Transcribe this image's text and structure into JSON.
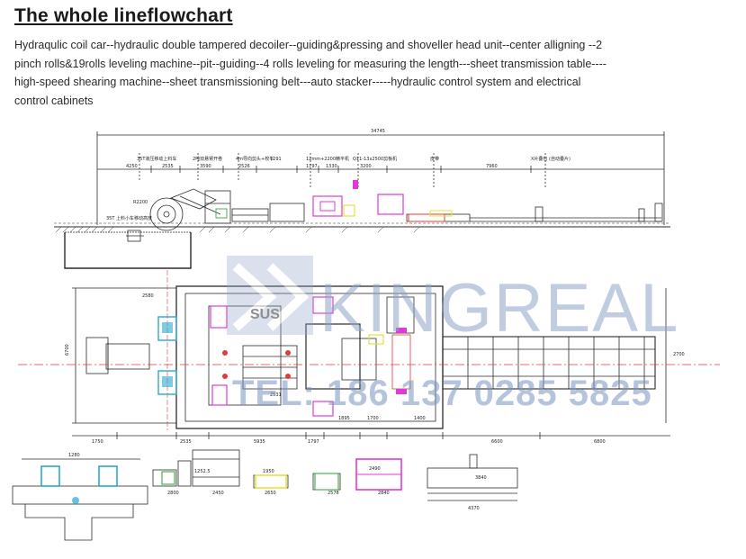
{
  "heading": "The whole lineflowchart",
  "description_lines": [
    "Hydraqulic coil car--hydraulic double tampered decoiler--guiding&pressing and shoveller head unit--center alligning --2",
    "pinch rolls&19rolls leveling machine--pit--guiding--4 rolls leveling for measuring the length---sheet transmission table----",
    "high-speed shearing machine--sheet transmissioning belt---auto stacker-----hydraulic control  system and electrical",
    " control cabinets"
  ],
  "watermark": {
    "brand": "KINGREAL",
    "phone": "TEL: 186 137 0285 5825",
    "stamp": "SUS"
  },
  "drawing": {
    "overall_length": "34745",
    "elevation_labels": [
      "35T液压移动上料车",
      "2吨双悬臂开卷",
      "4m导向剪头+校平",
      "1291",
      "12mm+2200精平机",
      "Q11-13x2500剪板机",
      "皮带",
      "X片叠包 (自动叠片)"
    ],
    "elevation_dims": [
      "4250",
      "2535",
      "3590",
      "2526",
      "1797",
      "1330",
      "3200",
      "7960"
    ],
    "elevation_side_labels": [
      "R2200",
      "35T 上料小车移动高度"
    ],
    "plan_dims_top": [
      "2580"
    ],
    "plan_dims_bottom": [
      "1750",
      "2535",
      "5935",
      "1797",
      "1895",
      "1700",
      "1400",
      "6600",
      "6800"
    ],
    "plan_dims_mid": [
      "2531"
    ],
    "plan_side_dims": [
      "6700",
      "2700"
    ],
    "detail_dims": [
      "1280",
      "2800",
      "2450",
      "1950",
      "2650",
      "2578",
      "2840",
      "2490",
      "3840",
      "4370",
      "1252.5"
    ]
  },
  "colors": {
    "line": "#2b2b2b",
    "magenta": "#e03ad6",
    "cyan": "#2aa8cf",
    "yellow": "#e6e23a",
    "green": "#4caf50",
    "red": "#e23b3b",
    "watermark": "#8ea4c7"
  }
}
